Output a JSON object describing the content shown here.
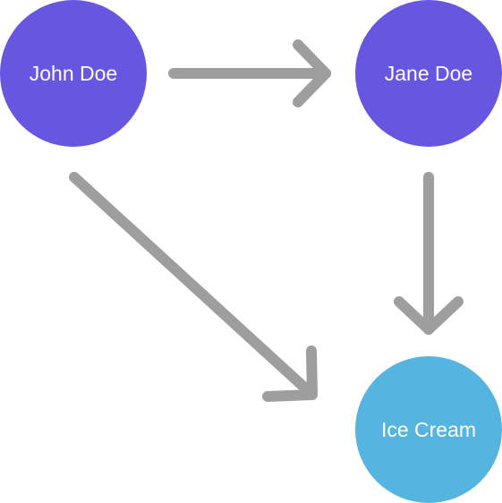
{
  "nodes": [
    {
      "id": "john",
      "label": "John Doe",
      "color": "#6756e0"
    },
    {
      "id": "jane",
      "label": "Jane Doe",
      "color": "#6756e0"
    },
    {
      "id": "icecream",
      "label": "Ice Cream",
      "color": "#56b4e0"
    }
  ],
  "edges": [
    {
      "from": "john",
      "to": "jane"
    },
    {
      "from": "jane",
      "to": "icecream"
    },
    {
      "from": "john",
      "to": "icecream"
    }
  ],
  "edge_color": "#9e9e9e"
}
